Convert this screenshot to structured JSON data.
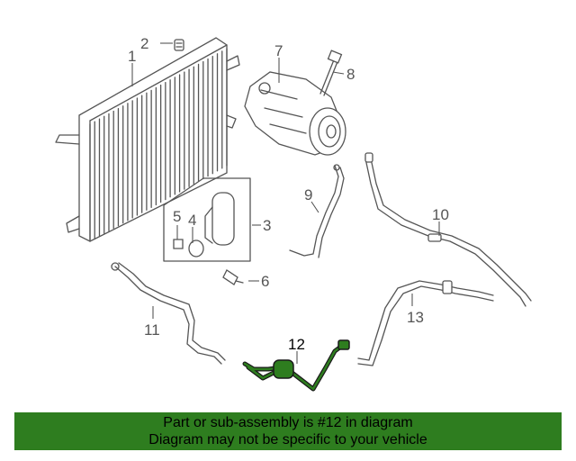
{
  "diagram": {
    "callouts": {
      "c1": "1",
      "c2": "2",
      "c3": "3",
      "c4": "4",
      "c5": "5",
      "c6": "6",
      "c7": "7",
      "c8": "8",
      "c9": "9",
      "c10": "10",
      "c11": "11",
      "c12": "12",
      "c13": "13"
    },
    "highlighted_part": "12",
    "highlight_color": "#2e7d1f",
    "line_color": "#555555"
  },
  "banner": {
    "line1": "Part or sub-assembly is #12 in diagram",
    "line2": "Diagram may not be specific to your vehicle",
    "background": "#2e7d1f"
  }
}
